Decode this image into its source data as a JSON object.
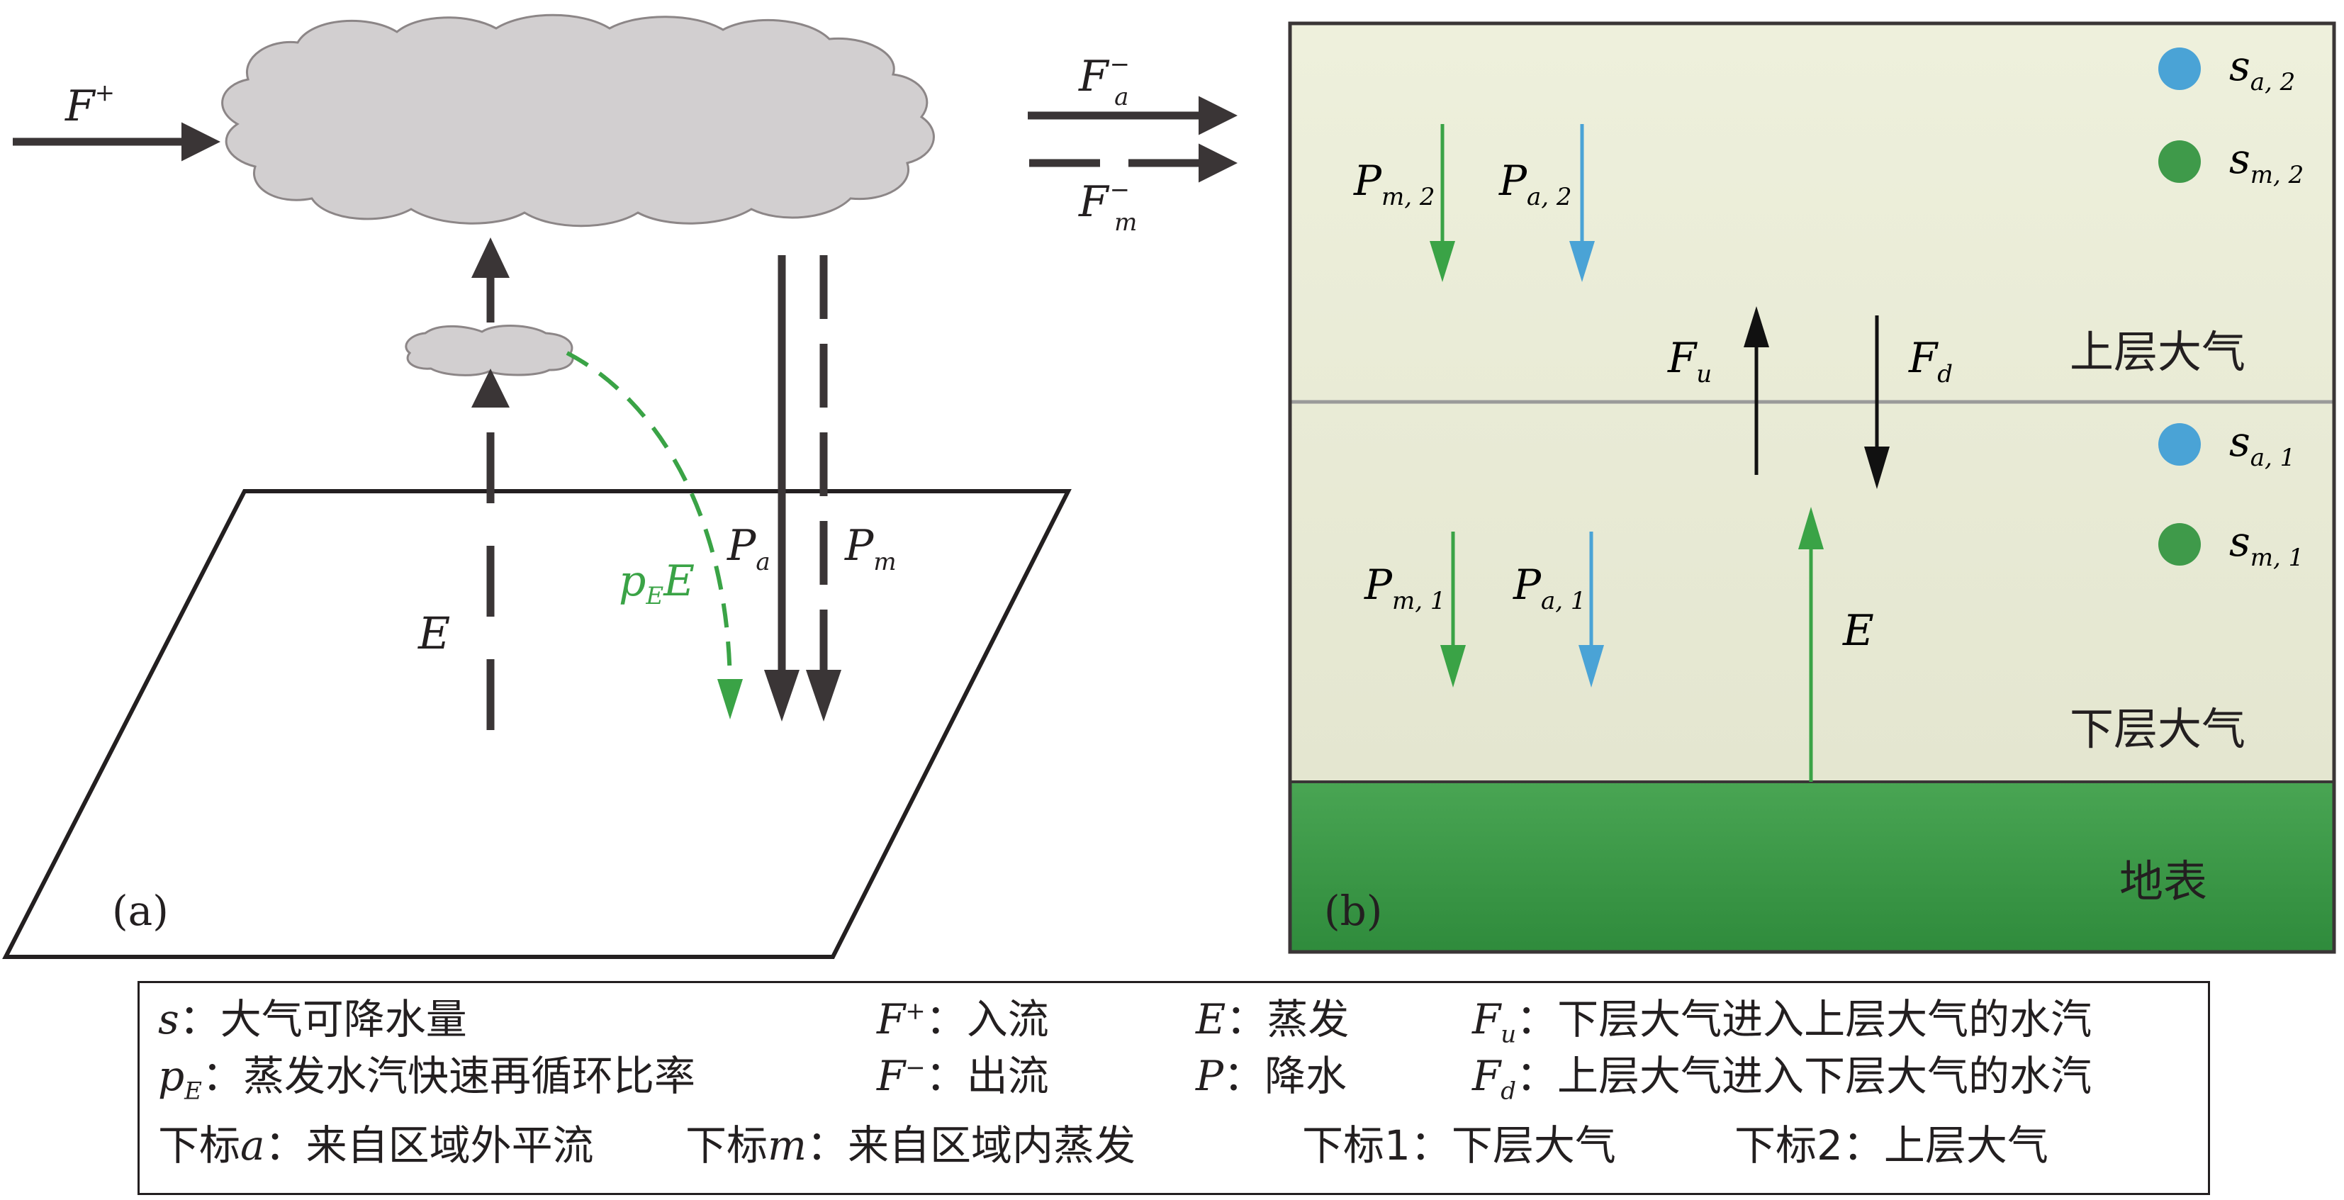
{
  "panel_a": {
    "label": "(a)",
    "F_plus": {
      "base": "F",
      "sup": "+"
    },
    "F_a_minus": {
      "base": "F",
      "sub": "a",
      "sup": "−"
    },
    "F_m_minus": {
      "base": "F",
      "sub": "m",
      "sup": "−"
    },
    "E": "E",
    "pE_E": {
      "base": "p",
      "sub": "E",
      "tail": "E"
    },
    "P_a": {
      "base": "P",
      "sub": "a"
    },
    "P_m": {
      "base": "P",
      "sub": "m"
    }
  },
  "panel_b": {
    "label": "(b)",
    "upper_layer": "上层大气",
    "lower_layer": "下层大气",
    "surface": "地表",
    "s_a2": {
      "base": "s",
      "sub": "a, 2"
    },
    "s_m2": {
      "base": "s",
      "sub": "m, 2"
    },
    "s_a1": {
      "base": "s",
      "sub": "a, 1"
    },
    "s_m1": {
      "base": "s",
      "sub": "m, 1"
    },
    "P_m2": {
      "base": "P",
      "sub": "m, 2"
    },
    "P_a2": {
      "base": "P",
      "sub": "a, 2"
    },
    "P_m1": {
      "base": "P",
      "sub": "m, 1"
    },
    "P_a1": {
      "base": "P",
      "sub": "a, 1"
    },
    "F_u": {
      "base": "F",
      "sub": "u"
    },
    "F_d": {
      "base": "F",
      "sub": "d"
    },
    "E": "E"
  },
  "legend": {
    "s_sym": "s",
    "s_desc": "：大气可降水量",
    "pE_sym": "p",
    "pE_sub": "E",
    "pE_desc": "：蒸发水汽快速再循环比率",
    "Fplus_sym": "F",
    "Fplus_sup": "+",
    "Fplus_desc": "：入流",
    "Fminus_sym": "F",
    "Fminus_sup": "−",
    "Fminus_desc": "：出流",
    "E_sym": "E",
    "E_desc": "：蒸发",
    "P_sym": "P",
    "P_desc": "：降水",
    "Fu_sym": "F",
    "Fu_sub": "u",
    "Fu_desc": "：下层大气进入上层大气的水汽",
    "Fd_sym": "F",
    "Fd_sub": "d",
    "Fd_desc": "：上层大气进入下层大气的水汽",
    "sub_a_pre": "下标",
    "sub_a_sym": "a",
    "sub_a_desc": "：来自区域外平流",
    "sub_m_pre": "下标",
    "sub_m_sym": "m",
    "sub_m_desc": "：来自区域内蒸发",
    "sub_1": "下标1：下层大气",
    "sub_2": "下标2：上层大气"
  },
  "colors": {
    "dark": "#3a3536",
    "green": "#3aa346",
    "blue": "#4aa3d6",
    "cloud": "#d2cfd0",
    "atmos": "#e9ebd8",
    "surface": "#3f9a4a",
    "black": "#111111"
  }
}
